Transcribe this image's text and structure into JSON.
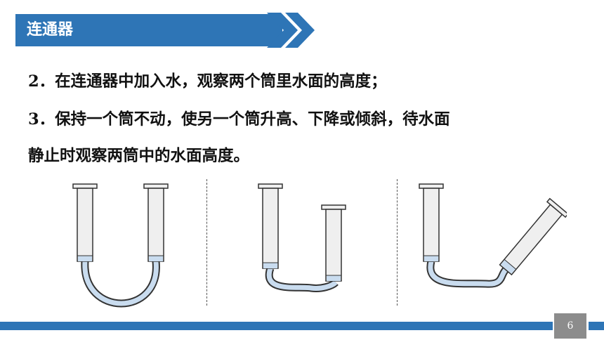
{
  "header": {
    "title": "连通器"
  },
  "body": {
    "step2_num": "2．",
    "step2_text": "在连通器中加入水，观察两个筒里水面的高度；",
    "step3_num": "3．",
    "step3_text_line1": "保持一个筒不动，使另一个筒升高、下降或倾斜，待水面",
    "step3_text_line2": "静止时观察两筒中的水面高度。"
  },
  "figures": {
    "count": 3,
    "tube_fill": "#efefef",
    "tube_stroke": "#333333",
    "water_color": "#c9dcef"
  },
  "footer": {
    "page_number": "6"
  },
  "colors": {
    "accent": "#2e75b6",
    "page_box": "#8c8c8c"
  }
}
